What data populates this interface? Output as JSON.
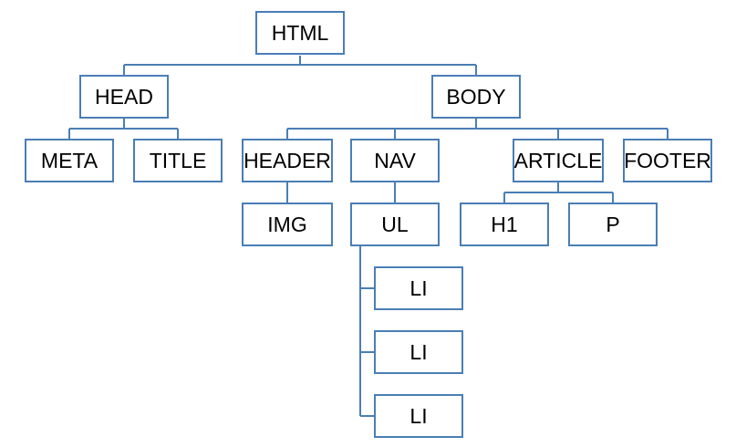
{
  "diagram": {
    "type": "tree",
    "line_color": "#4a7eb5",
    "border_color": "#4a7eb5",
    "nodes": {
      "html": "HTML",
      "head": "HEAD",
      "body": "BODY",
      "meta": "META",
      "title": "TITLE",
      "header": "HEADER",
      "nav": "NAV",
      "article": "ARTICLE",
      "footer": "FOOTER",
      "img": "IMG",
      "ul": "UL",
      "h1": "H1",
      "p": "P",
      "li1": "LI",
      "li2": "LI",
      "li3": "LI"
    },
    "edges": [
      [
        "html",
        "head"
      ],
      [
        "html",
        "body"
      ],
      [
        "head",
        "meta"
      ],
      [
        "head",
        "title"
      ],
      [
        "body",
        "header"
      ],
      [
        "body",
        "nav"
      ],
      [
        "body",
        "article"
      ],
      [
        "body",
        "footer"
      ],
      [
        "header",
        "img"
      ],
      [
        "nav",
        "ul"
      ],
      [
        "article",
        "h1"
      ],
      [
        "article",
        "p"
      ],
      [
        "ul",
        "li1"
      ],
      [
        "ul",
        "li2"
      ],
      [
        "ul",
        "li3"
      ]
    ]
  }
}
